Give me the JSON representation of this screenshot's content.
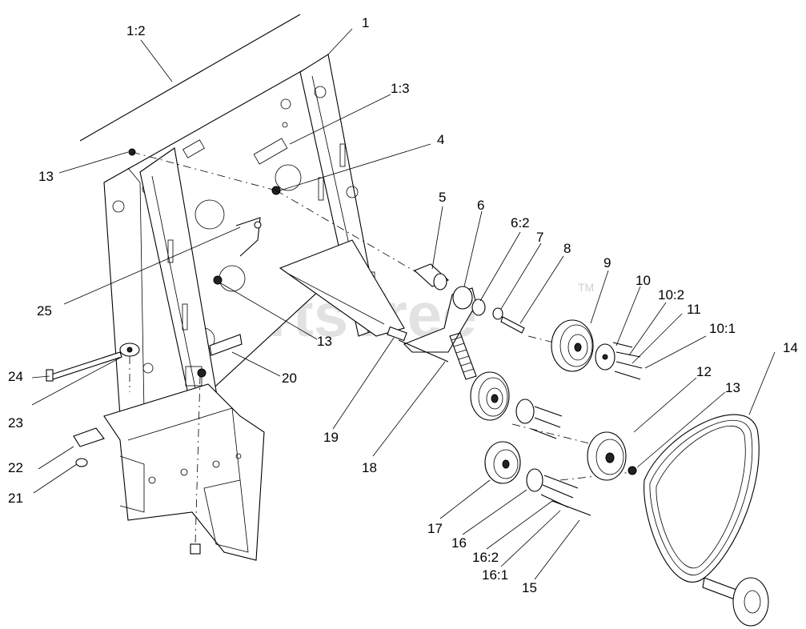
{
  "watermark": {
    "text": "PartsTree",
    "tm": "TM"
  },
  "callouts": {
    "c1": "1",
    "c1_2": "1:2",
    "c1_3": "1:3",
    "c4": "4",
    "c5": "5",
    "c6": "6",
    "c6_2": "6:2",
    "c7": "7",
    "c8": "8",
    "c9": "9",
    "c10": "10",
    "c10_2": "10:2",
    "c11": "11",
    "c10_1": "10:1",
    "c12": "12",
    "c13_top": "13",
    "c13_mid": "13",
    "c13_right": "13",
    "c14": "14",
    "c15": "15",
    "c16": "16",
    "c16_1": "16:1",
    "c16_2": "16:2",
    "c17": "17",
    "c18": "18",
    "c19": "19",
    "c20": "20",
    "c21": "21",
    "c22": "22",
    "c23": "23",
    "c24": "24",
    "c25": "25"
  }
}
